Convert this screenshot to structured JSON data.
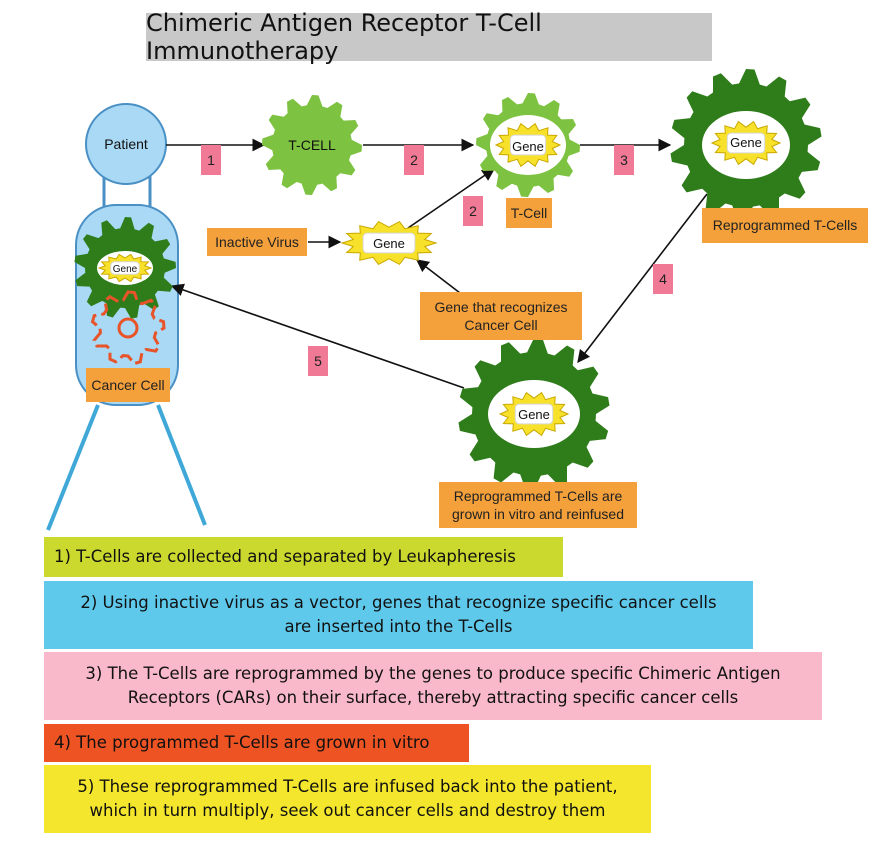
{
  "title": "Chimeric Antigen Receptor T-Cell Immunotherapy",
  "labels": {
    "patient": "Patient",
    "tcell_gear": "T-CELL",
    "gene": "Gene",
    "tcell": "T-Cell",
    "inactive_virus": "Inactive Virus",
    "gene_recognizes_line1": "Gene that recognizes",
    "gene_recognizes_line2": "Cancer Cell",
    "reprogrammed": "Reprogrammed T-Cells",
    "grown_line1": "Reprogrammed T-Cells are",
    "grown_line2": "grown in vitro and reinfused",
    "cancer_cell": "Cancer Cell"
  },
  "step_numbers": [
    "1",
    "2",
    "2",
    "3",
    "4",
    "5"
  ],
  "steps": [
    {
      "line1": "1) T-Cells are collected and separated by Leukapheresis",
      "line2": "",
      "color": "#cbd82e"
    },
    {
      "line1": "2) Using inactive virus as a vector, genes that recognize specific cancer cells",
      "line2": "are inserted into the T-Cells",
      "color": "#5fc9ec"
    },
    {
      "line1": "3) The T-Cells are reprogrammed by the genes to produce specific Chimeric Antigen",
      "line2": "Receptors (CARs) on their surface, thereby attracting specific cancer cells",
      "color": "#f9b9cb"
    },
    {
      "line1": "4) The programmed T-Cells are grown in vitro",
      "line2": "",
      "color": "#ed5323"
    },
    {
      "line1": "5) These reprogrammed T-Cells are infused back into the patient,",
      "line2": "which in turn multiply, seek out cancer cells and destroy them",
      "color": "#f3e62d"
    }
  ],
  "colors": {
    "title_bg": "#c8c8c8",
    "patient_fill": "#a9d9f4",
    "patient_stroke": "#4a90c4",
    "tcell_green": "#7dc241",
    "reprogrammed_green": "#2e7d1a",
    "gene_yellow": "#f7e12a",
    "cancer_red": "#e8542a",
    "label_orange": "#f4a03b",
    "number_pink": "#f07a96"
  }
}
